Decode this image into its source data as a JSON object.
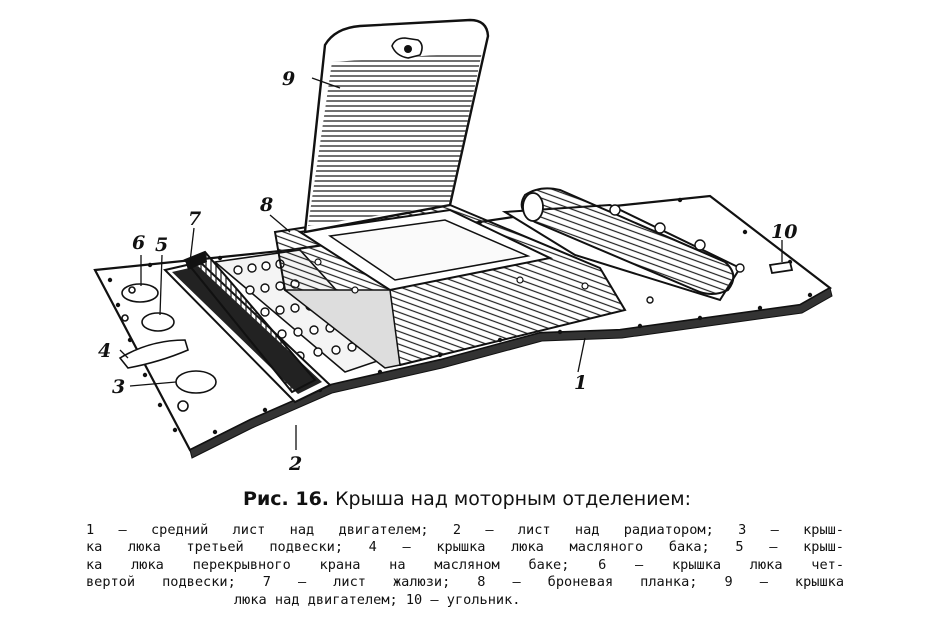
{
  "caption": {
    "fig_number": "Рис. 16.",
    "title": "Крыша над моторным отделением:",
    "legend_lines": [
      "1 — средний лист над двигателем; 2 — лист над радиатором; 3 — крыш-",
      "ка люка третьей подвески; 4 — крышка люка масляного бака; 5 — крыш-",
      "ка люка перекрывного крана на масляном баке; 6 — крышка люка чет-",
      "вертой подвески; 7 — лист жалюзи; 8 — броневая планка; 9 — крышка",
      "люка над двигателем; 10 — угольник."
    ]
  },
  "callouts": [
    "1",
    "2",
    "3",
    "4",
    "5",
    "6",
    "7",
    "8",
    "9",
    "10"
  ]
}
